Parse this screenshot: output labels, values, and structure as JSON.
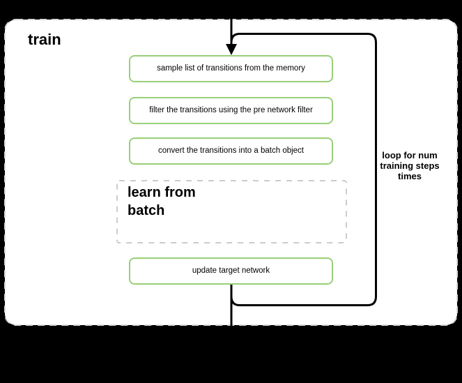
{
  "diagram": {
    "title": "train",
    "steps": [
      {
        "label": "sample list of transitions from the memory"
      },
      {
        "label": "filter the transitions using the pre network filter"
      },
      {
        "label": "convert the transitions into a batch object"
      }
    ],
    "subprocess": {
      "label": "learn from\nbatch"
    },
    "final_step": {
      "label": "update target network"
    },
    "loop_annotation": "loop for num\ntraining steps\ntimes",
    "colors": {
      "step_border": "#97d077",
      "group_border": "#d9d9d9",
      "subprocess_border": "#cccccc",
      "connector": "#000000",
      "group_fill": "#ffffff",
      "background": "#000000"
    }
  }
}
